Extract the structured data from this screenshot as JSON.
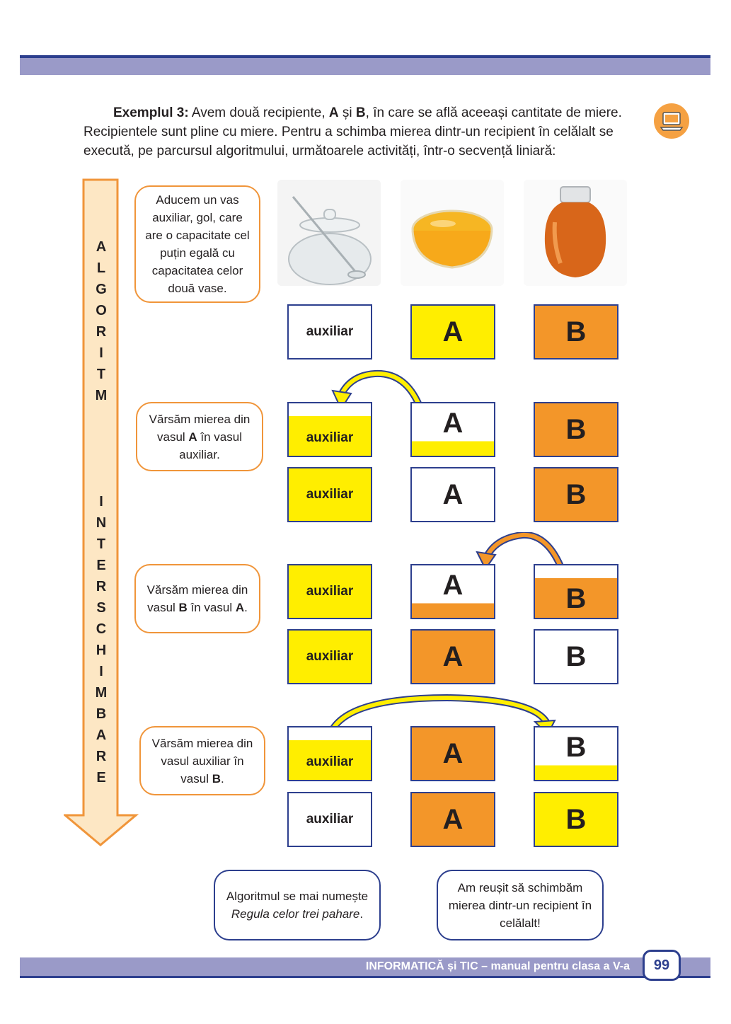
{
  "intro": {
    "label": "Exemplul 3:",
    "text_1": " Avem două recipiente, ",
    "a": "A",
    "and": " și ",
    "b": "B",
    "text_2": ", în care se află aceeași cantitate de miere. Recipientele sunt pline cu miere. Pentru a schimba mierea dintr-un recipient în celălalt se execută, pe parcursul algoritmului, următoarele activități, într-o secvență liniară:"
  },
  "side_arrow": {
    "word1": [
      "A",
      "L",
      "G",
      "O",
      "R",
      "I",
      "T",
      "M"
    ],
    "word2": [
      "I",
      "N",
      "T",
      "E",
      "R",
      "S",
      "C",
      "H",
      "I",
      "M",
      "B",
      "A",
      "R",
      "E"
    ]
  },
  "steps": {
    "step1": "Aducem un vas auxiliar, gol, care are o capacitate cel puțin egală cu capacitatea celor două vase.",
    "step2_a": "Vărsăm mierea din vasul ",
    "step2_b": "A",
    "step2_c": " în vasul auxiliar.",
    "step3_a": "Vărsăm mierea din vasul ",
    "step3_b": "B",
    "step3_c": " în vasul ",
    "step3_d": "A",
    "step3_e": ".",
    "step4_a": "Vărsăm mierea din vasul auxiliar în vasul ",
    "step4_b": "B",
    "step4_c": "."
  },
  "labels": {
    "aux": "auxiliar",
    "a": "A",
    "b": "B"
  },
  "bottom_notes": {
    "left_1": "Algoritmul se mai numește ",
    "left_2": "Regula celor trei pahare",
    "left_3": ".",
    "right": "Am reușit să schimbăm mierea dintr-un recipient în celălalt!"
  },
  "footer": {
    "title": "INFORMATICĂ și TIC – manual pentru clasa a V-a",
    "page": "99"
  },
  "colors": {
    "band": "#9a9ac8",
    "navy": "#2d3f8e",
    "honey_yellow": "#ffee00",
    "honey_orange": "#f39629",
    "note_border": "#f0953a"
  },
  "icons": {
    "topic_icon": "computer-icon"
  }
}
